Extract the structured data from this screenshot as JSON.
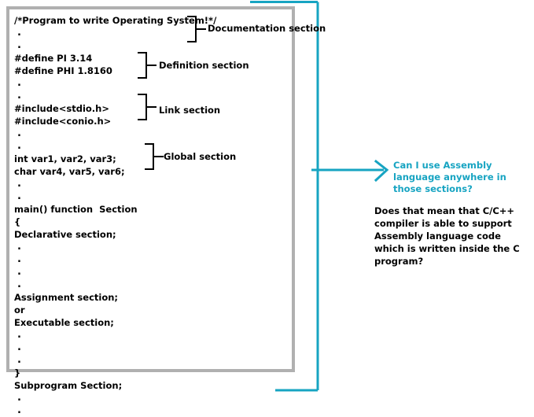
{
  "colors": {
    "teal": "#17a4c2",
    "frame_gray": "#b0b0b0",
    "text_black": "#000000",
    "page_background": "#ffffff"
  },
  "document": {
    "title": "C program structure diagram",
    "code_lines": [
      {
        "text": "/*Program to write Operating System!*/",
        "kind": "code"
      },
      {
        "text": ".",
        "kind": "dot"
      },
      {
        "text": ".",
        "kind": "dot"
      },
      {
        "text": "#define PI 3.14",
        "kind": "code"
      },
      {
        "text": "#define PHI 1.8160",
        "kind": "code"
      },
      {
        "text": ".",
        "kind": "dot"
      },
      {
        "text": ".",
        "kind": "dot"
      },
      {
        "text": "#include<stdio.h>",
        "kind": "code"
      },
      {
        "text": "#include<conio.h>",
        "kind": "code"
      },
      {
        "text": ".",
        "kind": "dot"
      },
      {
        "text": ".",
        "kind": "dot"
      },
      {
        "text": "int var1, var2, var3;",
        "kind": "code"
      },
      {
        "text": "char var4, var5, var6;",
        "kind": "code"
      },
      {
        "text": ".",
        "kind": "dot"
      },
      {
        "text": ".",
        "kind": "dot"
      },
      {
        "text": "main() function  Section",
        "kind": "code"
      },
      {
        "text": "{",
        "kind": "code"
      },
      {
        "text": "Declarative section;",
        "kind": "code"
      },
      {
        "text": ".",
        "kind": "dot"
      },
      {
        "text": ".",
        "kind": "dot"
      },
      {
        "text": ".",
        "kind": "dot"
      },
      {
        "text": ".",
        "kind": "dot"
      },
      {
        "text": "Assignment section;",
        "kind": "code"
      },
      {
        "text": "or",
        "kind": "code"
      },
      {
        "text": "Executable section;",
        "kind": "code"
      },
      {
        "text": ".",
        "kind": "dot"
      },
      {
        "text": ".",
        "kind": "dot"
      },
      {
        "text": ".",
        "kind": "dot"
      },
      {
        "text": "}",
        "kind": "code"
      },
      {
        "text": "Subprogram Section;",
        "kind": "code"
      },
      {
        "text": ".",
        "kind": "dot"
      },
      {
        "text": ".",
        "kind": "dot"
      }
    ]
  },
  "section_labels": [
    {
      "label": "Documentation section"
    },
    {
      "label": "Definition section"
    },
    {
      "label": "Link section"
    },
    {
      "label": "Global section"
    }
  ],
  "annotations": {
    "question_teal": "Can I use Assembly language anywhere in those sections?",
    "question_black": "Does that mean that C/C++ compiler is able to support Assembly language code which is written inside the C program?"
  }
}
